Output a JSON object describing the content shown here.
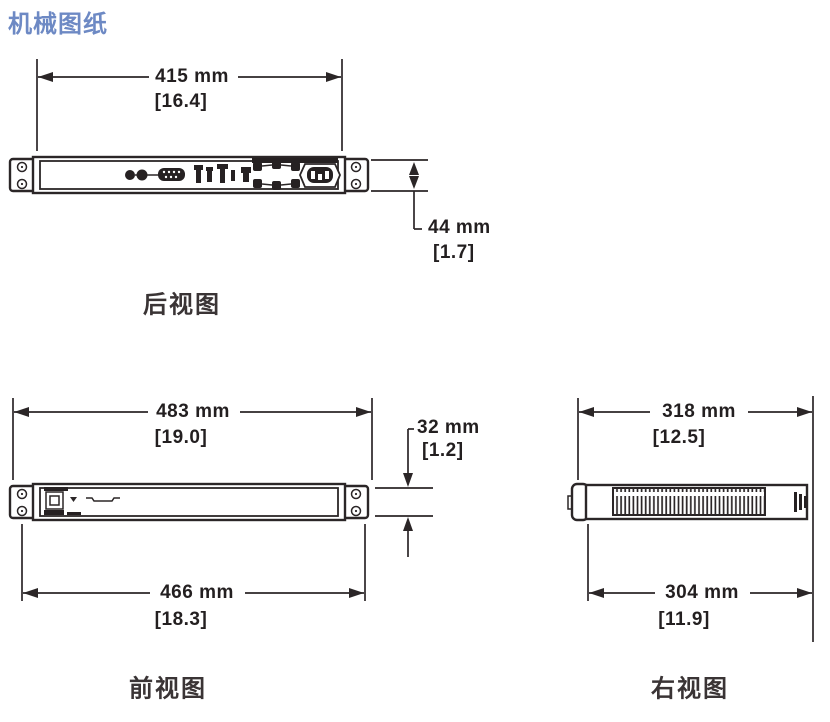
{
  "page": {
    "title": "机械图纸"
  },
  "colors": {
    "title_accent": "#6d89c4",
    "line": "#2b2627",
    "label": "#3a3435"
  },
  "views": {
    "rear": {
      "label": "后视图",
      "width_mm": "415 mm",
      "width_in": "[16.4]",
      "height_mm": "44 mm",
      "height_in": "[1.7]"
    },
    "front": {
      "label": "前视图",
      "width_mm": "483 mm",
      "width_in": "[19.0]",
      "panel_height_mm": "32 mm",
      "panel_height_in": "[1.2]",
      "mount_width_mm": "466 mm",
      "mount_width_in": "[18.3]"
    },
    "right": {
      "label": "右视图",
      "depth_mm": "318 mm",
      "depth_in": "[12.5]",
      "body_depth_mm": "304 mm",
      "body_depth_in": "[11.9]"
    }
  }
}
